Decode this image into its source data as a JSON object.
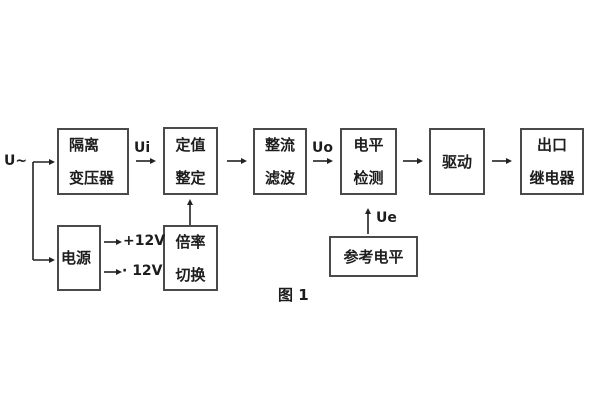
{
  "figure": {
    "caption": "图 1"
  },
  "colors": {
    "background": "#ffffff",
    "box_border": "#4a4a4a",
    "wire": "#222222",
    "text": "#1d1d1d"
  },
  "blocks": {
    "isolation_transformer": {
      "line1": "隔离",
      "line2": "变压器"
    },
    "setpoint_adjust": {
      "line1": "定值",
      "line2": "整定"
    },
    "rectifier_filter": {
      "line1": "整流",
      "line2": "滤波"
    },
    "level_detection": {
      "line1": "电平",
      "line2": "检测"
    },
    "drive": {
      "line1": "驱动"
    },
    "output_relay": {
      "line1": "出口",
      "line2": "继电器"
    },
    "power_supply": {
      "line1": "电源"
    },
    "ratio_switch": {
      "line1": "倍率",
      "line2": "切换"
    },
    "reference_level": {
      "line1": "参考电平"
    }
  },
  "labels": {
    "input_voltage": "U~",
    "ui": "Ui",
    "uo": "Uo",
    "ue": "Ue",
    "plus_12v": "+12V",
    "minus_12v": "· 12V"
  }
}
